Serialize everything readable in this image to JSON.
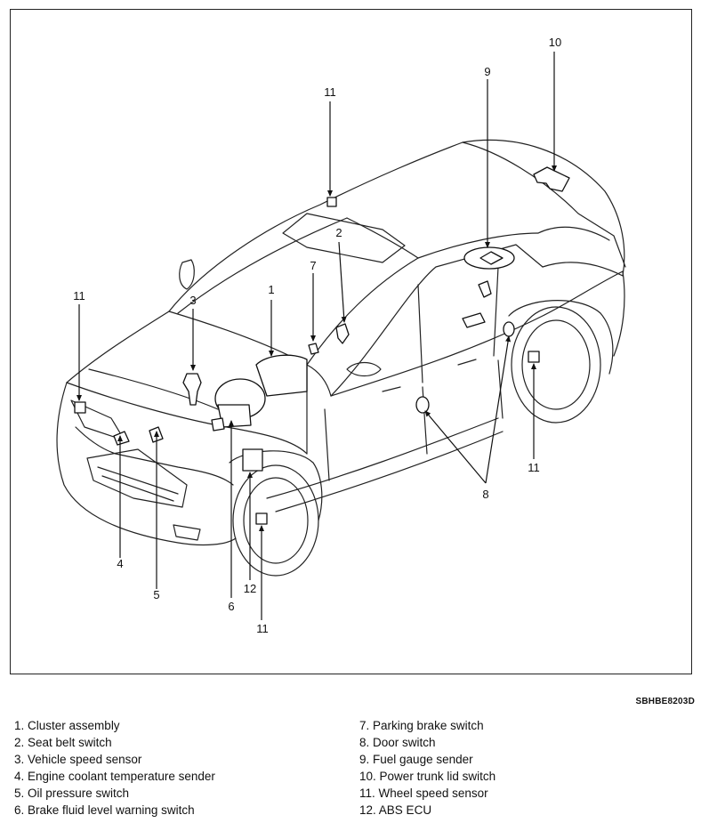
{
  "figure_code": "SBHBE8203D",
  "callouts": [
    "1",
    "2",
    "3",
    "4",
    "5",
    "6",
    "7",
    "8",
    "9",
    "10",
    "11",
    "12"
  ],
  "legend": {
    "left": [
      {
        "num": "1.",
        "label": "Cluster assembly"
      },
      {
        "num": "2.",
        "label": "Seat belt switch"
      },
      {
        "num": "3.",
        "label": "Vehicle speed sensor"
      },
      {
        "num": "4.",
        "label": "Engine coolant temperature sender"
      },
      {
        "num": "5.",
        "label": "Oil pressure switch"
      },
      {
        "num": "6.",
        "label": "Brake fluid level warning switch"
      }
    ],
    "right": [
      {
        "num": "7.",
        "label": "Parking brake switch"
      },
      {
        "num": "8.",
        "label": "Door switch"
      },
      {
        "num": "9.",
        "label": "Fuel gauge sender"
      },
      {
        "num": "10.",
        "label": "Power trunk lid switch"
      },
      {
        "num": "11.",
        "label": "Wheel speed sensor"
      },
      {
        "num": "12.",
        "label": "ABS ECU"
      }
    ]
  }
}
